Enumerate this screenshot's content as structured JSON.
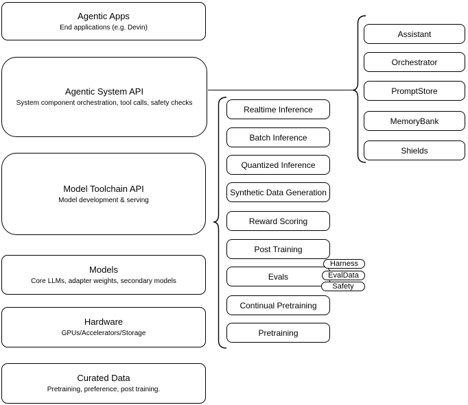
{
  "diagram": {
    "left_stack": [
      {
        "title": "Agentic Apps",
        "subtitle": "End applications (e.g. Devin)"
      },
      {
        "title": "Agentic System API",
        "subtitle": "System component orchestration, tool calls, safety checks"
      },
      {
        "title": "Model Toolchain API",
        "subtitle": "Model development & serving"
      },
      {
        "title": "Models",
        "subtitle": "Core LLMs, adapter weights, secondary models"
      },
      {
        "title": "Hardware",
        "subtitle": "GPUs/Accelerators/Storage"
      },
      {
        "title": "Curated Data",
        "subtitle": "Pretraining, preference, post training."
      }
    ],
    "toolchain_stack": [
      {
        "label": "Realtime Inference"
      },
      {
        "label": "Batch Inference"
      },
      {
        "label": "Quantized Inference"
      },
      {
        "label": "Synthetic Data Generation"
      },
      {
        "label": "Reward Scoring"
      },
      {
        "label": "Post Training"
      },
      {
        "label": "Evals"
      },
      {
        "label": "Continual Pretraining"
      },
      {
        "label": "Pretraining"
      }
    ],
    "evals_tags": [
      {
        "label": "Harness"
      },
      {
        "label": "EvalData"
      },
      {
        "label": "Safety"
      }
    ],
    "system_components_stack": [
      {
        "label": "Assistant"
      },
      {
        "label": "Orchestrator"
      },
      {
        "label": "PromptStore"
      },
      {
        "label": "MemoryBank"
      },
      {
        "label": "Shields"
      }
    ],
    "colors": {
      "stroke": "#000000",
      "background": "#ffffff",
      "connector": "#4d4d4d"
    }
  }
}
